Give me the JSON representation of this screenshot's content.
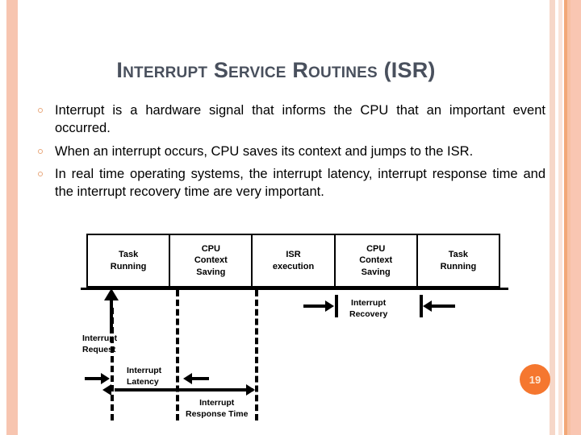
{
  "slide": {
    "title": "Interrupt Service Routines (ISR)",
    "page_number": "19",
    "background_color": "#ffffff",
    "title_color": "#49505d",
    "accent_color": "#f5772f",
    "bullet_color": "#e8a87c",
    "bullets": [
      "Interrupt is a hardware signal that informs the CPU that an important event occurred.",
      "When an interrupt occurs, CPU saves its context and jumps to the ISR.",
      "In real time operating systems, the interrupt latency, interrupt response time and the interrupt recovery time are very important."
    ],
    "edge_stripes": {
      "left": [
        "#f7c5b0"
      ],
      "right": [
        "#f6d7c8",
        "#fae4d9",
        "#f2a877",
        "#f7c0a2",
        "#f9c6b2"
      ]
    }
  },
  "diagram": {
    "timeline_boxes": [
      "Task\nRunning",
      "CPU\nContext\nSaving",
      "ISR\nexecution",
      "CPU\nContext\nSaving",
      "Task\nRunning"
    ],
    "box_labels": [
      {
        "line1": "Task",
        "line2": "Running",
        "line3": ""
      },
      {
        "line1": "CPU",
        "line2": "Context",
        "line3": "Saving"
      },
      {
        "line1": "ISR",
        "line2": "execution",
        "line3": ""
      },
      {
        "line1": "CPU",
        "line2": "Context",
        "line3": "Saving"
      },
      {
        "line1": "Task",
        "line2": "Running",
        "line3": ""
      }
    ],
    "annotations": {
      "interrupt_request": {
        "line1": "Interrupt",
        "line2": "Request"
      },
      "interrupt_latency": {
        "line1": "Interrupt",
        "line2": "Latency"
      },
      "interrupt_recovery": {
        "line1": "Interrupt",
        "line2": "Recovery"
      },
      "interrupt_response_time": {
        "line1": "Interrupt",
        "line2": "Response  Time"
      }
    }
  }
}
